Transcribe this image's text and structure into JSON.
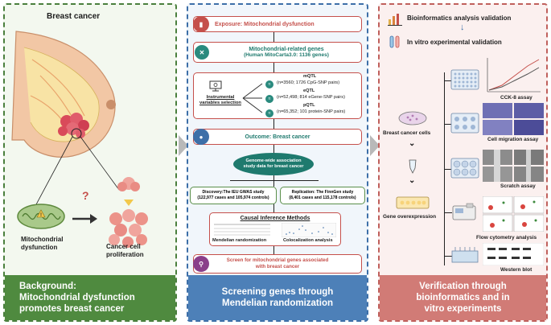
{
  "left": {
    "title": "Breast cancer",
    "mito_label": "Mitochondrial\ndysfunction",
    "question": "?",
    "cell_label": "Cancer cell\nproliferation",
    "footer": "Background:\nMitochondrial dysfunction\npromotes breast cancer"
  },
  "middle": {
    "exposure": "Exposure: Mitochondrial dysfunction",
    "genes_title": "Mitochondrial-related genes",
    "genes_sub": "(Human MitoCarta3.0: 1136 genes)",
    "instrument_label": "Instrumental\nvariables selection",
    "mqtl_label": "mQTL",
    "mqtl_detail": "(n=3560; 1726 CpG-SNP pairs)",
    "eqtl_label": "eQTL",
    "eqtl_detail": "(n=52,498; 814 eGene-SNP pairs)",
    "pqtl_label": "pQTL",
    "pqtl_detail": "(n=65,352; 101 protein-SNP pairs)",
    "outcome": "Outcome: Breast cancer",
    "gwas": "Genome-wide association\nstudy data for breast cancer",
    "discovery": "Discovery:The IEU GWAS study\n(122,977 cases and 105,974 controls)",
    "replication": "Replication: The FinnGen study\n(8,401 cases and 115,178 controls)",
    "causal_title": "Causal Inference Methods",
    "mr_label": "Mendelian randomization",
    "coloc_label": "Colocalization analysis",
    "screen": "Screen for mitochondrial genes associated\nwith breast cancer",
    "footer": "Screening genes through\nMendelian randomization"
  },
  "right": {
    "bioinfo": "Bioinformatics analysis validation",
    "arrow": "↓",
    "invitro": "In vitro experimental validation",
    "cells_label": "Breast cancer cells",
    "overexpression_label": "Gene overexpression",
    "cck8": "CCK-8 assay",
    "migration": "Cell migration assay",
    "scratch": "Scratch assay",
    "flow": "Flow cytometry analysis",
    "western": "Western blot",
    "footer": "Verification through\nbioinformatics and in\nvitro experiments"
  },
  "colors": {
    "green": "#4f8a3f",
    "blue": "#4d80b8",
    "red": "#d17b76",
    "accent_red": "#c5504b",
    "teal": "#1f7a6e"
  }
}
